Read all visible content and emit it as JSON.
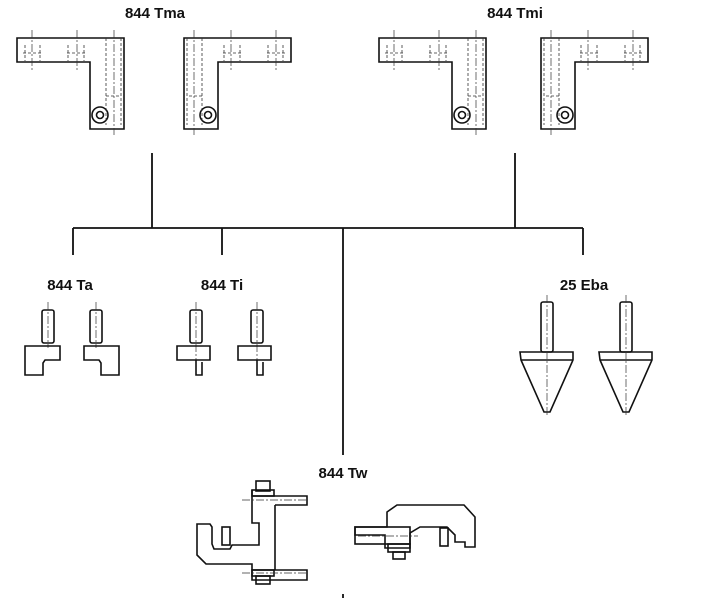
{
  "labels": {
    "tma": "844 Tma",
    "tmi": "844 Tmi",
    "ta": "844 Ta",
    "ti": "844 Ti",
    "eba": "25 Eba",
    "tw": "844 Tw"
  }
}
